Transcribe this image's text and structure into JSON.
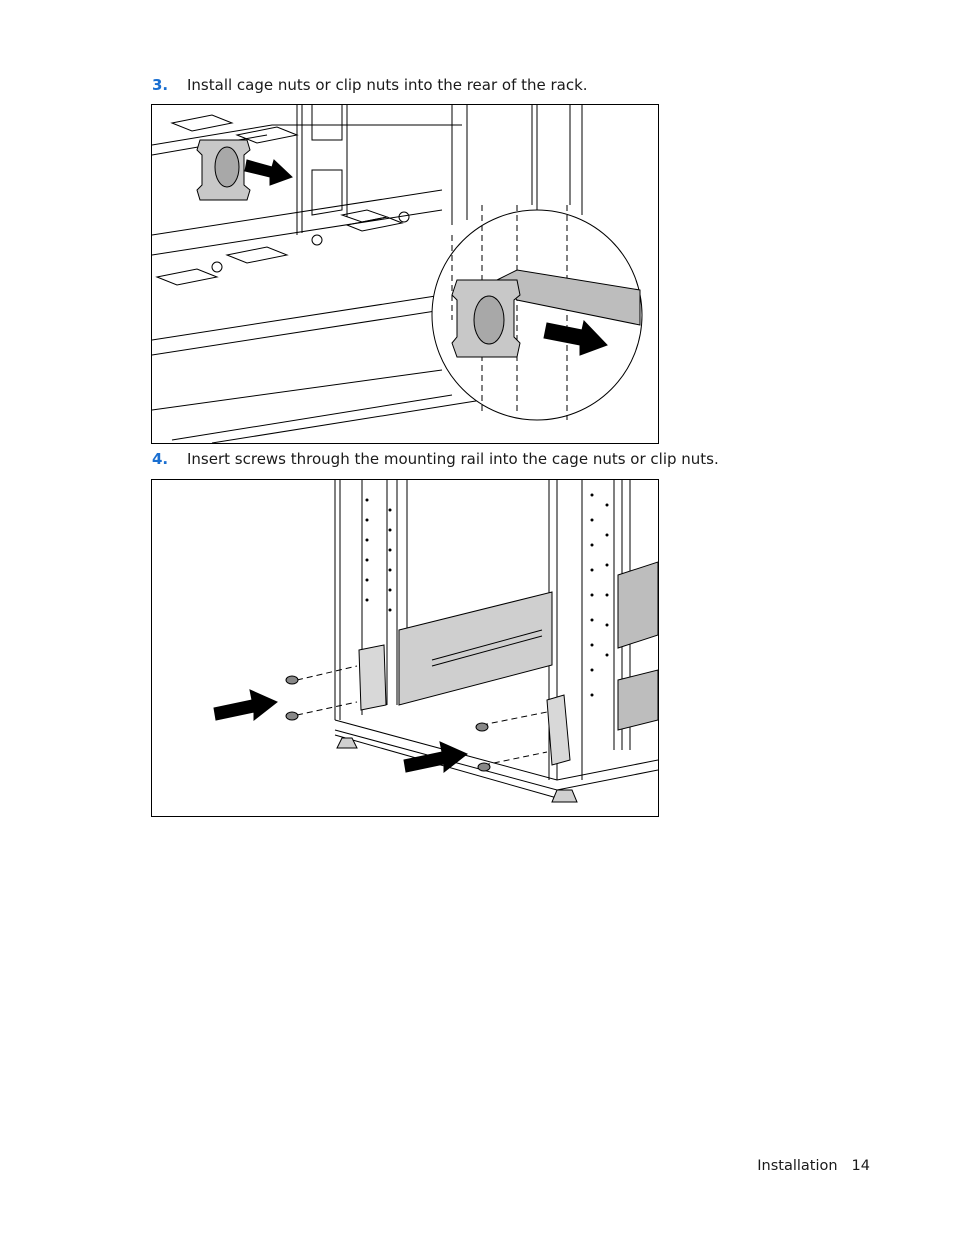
{
  "steps": [
    {
      "number": "3.",
      "text": "Install cage nuts or clip nuts into the rear of the rack."
    },
    {
      "number": "4.",
      "text": "Insert screws through the mounting rail into the cage nuts or clip nuts."
    }
  ],
  "footer": {
    "section": "Installation",
    "page": "14"
  },
  "colors": {
    "step_number": "#1a6fd1",
    "line": "#000000",
    "fill_gray": "#bdbdbd"
  }
}
